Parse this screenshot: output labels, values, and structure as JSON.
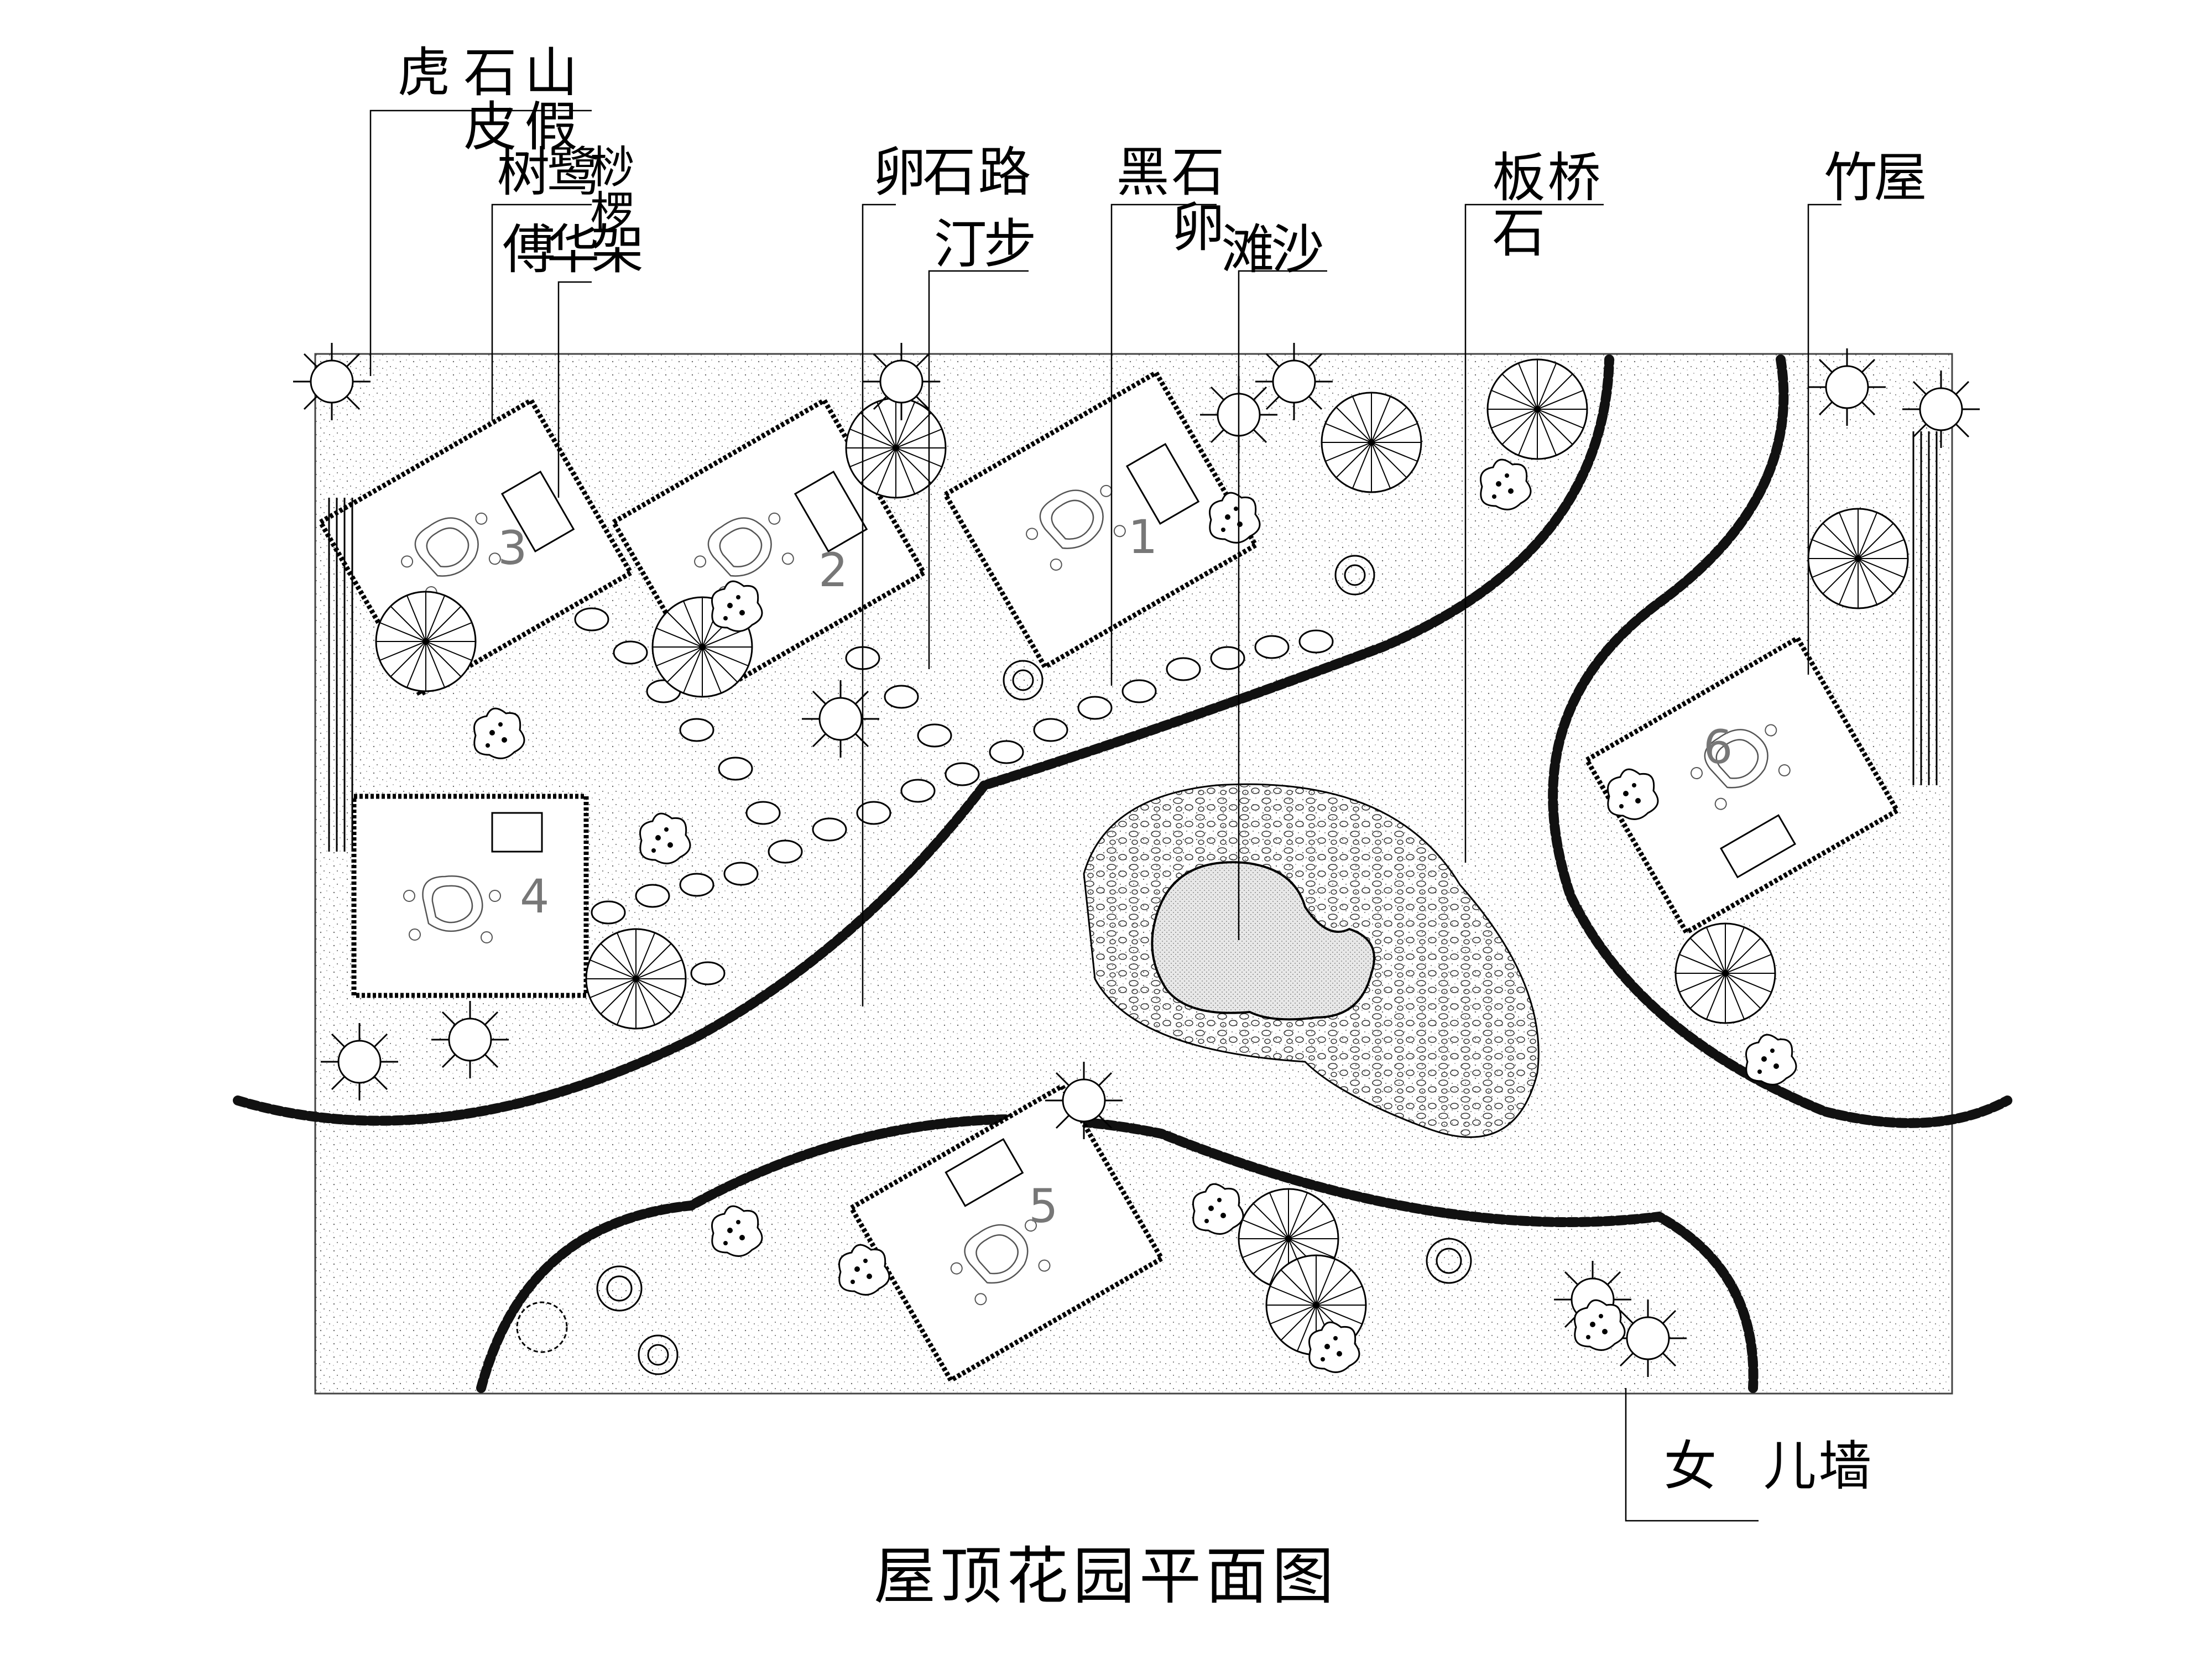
{
  "title": "屋顶花园平面图",
  "leader_labels": [
    {
      "id": "shan-jia-shi",
      "lines": [
        "山假",
        "石皮",
        "虎"
      ]
    },
    {
      "id": "ying-ti-shu",
      "lines": [
        "鹭",
        "桫椤",
        "树"
      ]
    },
    {
      "id": "jia-bu",
      "lines": [
        "架",
        "华",
        "傅"
      ]
    },
    {
      "id": "lu-shi",
      "lines": [
        "路",
        "石",
        "卵"
      ]
    },
    {
      "id": "bu-ting",
      "lines": [
        "步",
        "汀"
      ]
    },
    {
      "id": "shi-luan-hei",
      "lines": [
        "石",
        "卵",
        "黑"
      ]
    },
    {
      "id": "sha-tan",
      "lines": [
        "沙",
        "滩"
      ]
    },
    {
      "id": "qiao-ban-shi",
      "lines": [
        "桥",
        "板",
        "石"
      ]
    },
    {
      "id": "wu-zhu",
      "lines": [
        "屋",
        "竹"
      ]
    }
  ],
  "bottom_label": {
    "lines": [
      "墙",
      "儿",
      "女"
    ]
  },
  "pavilion_numbers": [
    "1",
    "2",
    "3",
    "4",
    "5",
    "6"
  ]
}
